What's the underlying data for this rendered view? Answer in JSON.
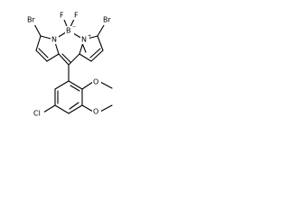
{
  "molecule": {
    "atoms": {
      "br_left": "Br",
      "br_right": "Br",
      "f_left": "F",
      "f_right": "F",
      "n_left": "N",
      "n_right": "N",
      "boron": "B",
      "cl": "Cl",
      "o_upper": "O",
      "o_lower": "O"
    },
    "charges": {
      "boron": "−",
      "n_right": "+"
    }
  }
}
